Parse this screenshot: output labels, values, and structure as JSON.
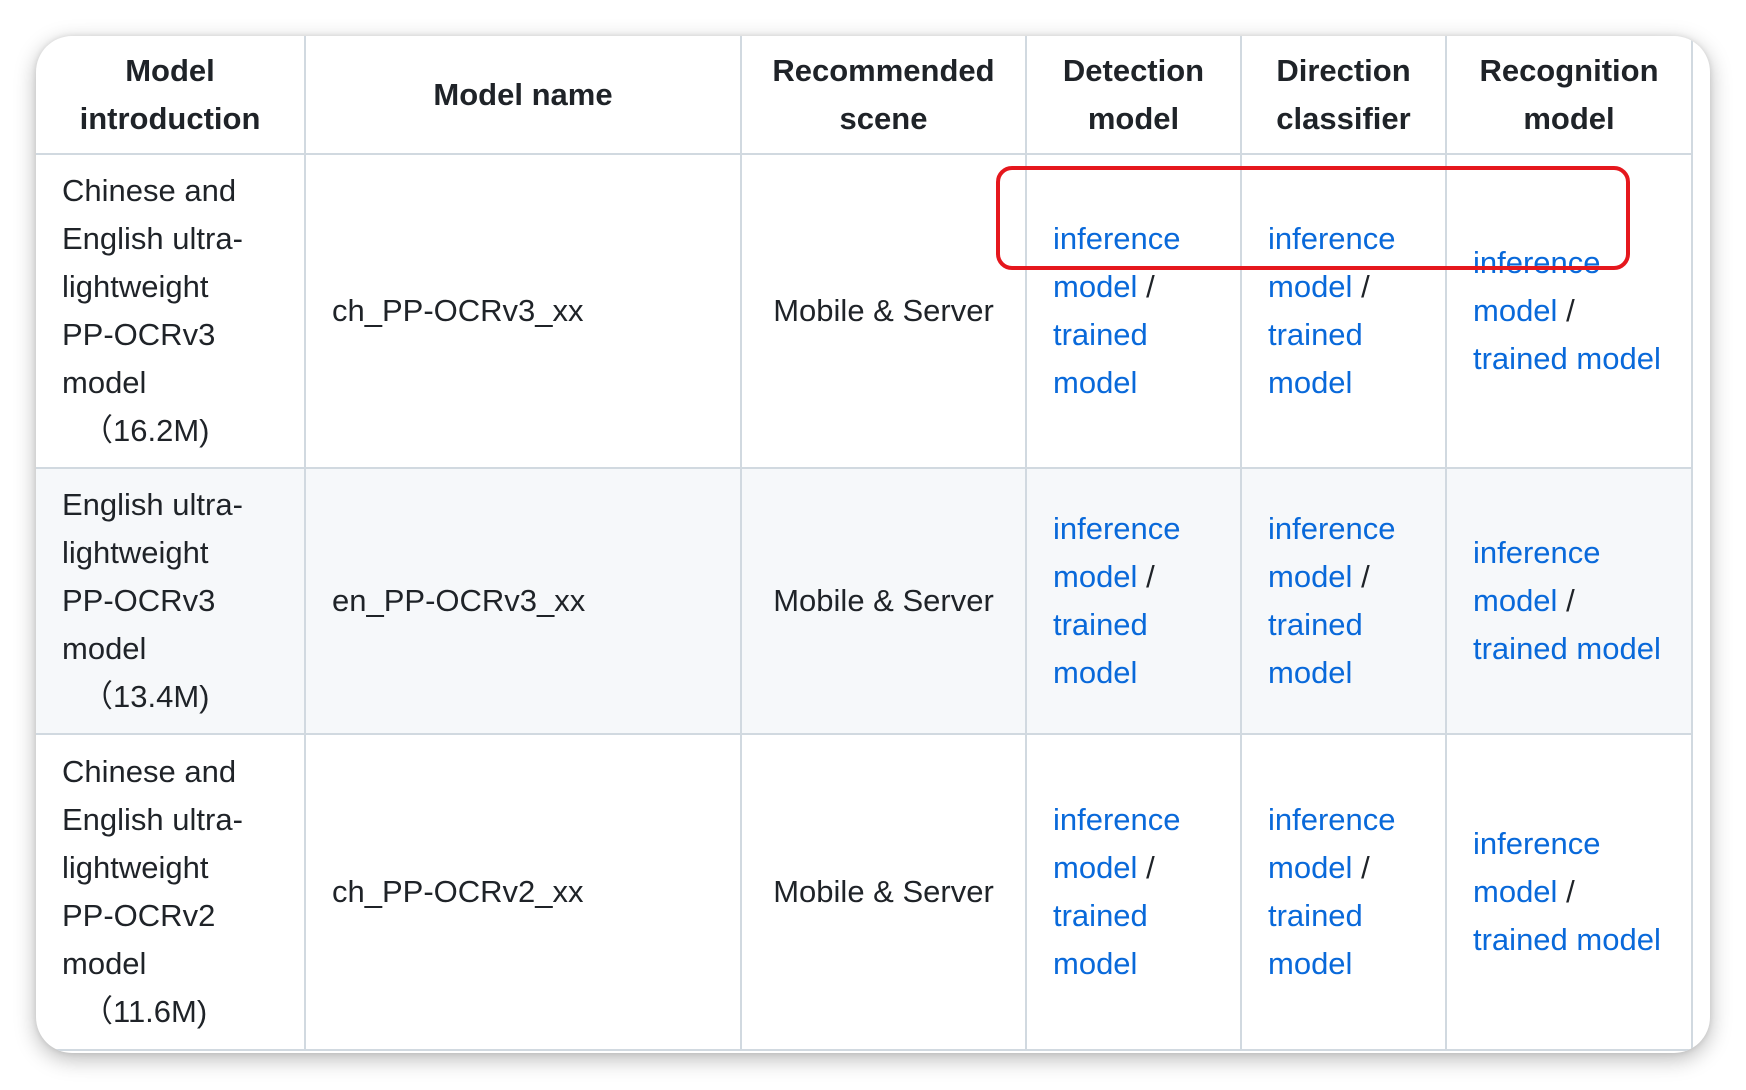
{
  "table": {
    "headers": [
      "Model introduction",
      "Model name",
      "Recommended scene",
      "Detection model",
      "Direction classifier",
      "Recognition model"
    ],
    "rows": [
      {
        "intro_lines": [
          "Chinese and",
          "English ultra-",
          "lightweight",
          "PP-OCRv3",
          "model"
        ],
        "size": "（16.2M)",
        "model_name": "ch_PP-OCRv3_xx",
        "scene": "Mobile & Server",
        "detection": {
          "inference": "inference model",
          "separator": "/",
          "trained": "trained model"
        },
        "classifier": {
          "inference": "inference model",
          "separator": "/",
          "trained": "trained model"
        },
        "recognition": {
          "inference": "inference model",
          "separator": "/",
          "trained": "trained model"
        }
      },
      {
        "intro_lines": [
          "English ultra-",
          "lightweight",
          "PP-OCRv3",
          "model"
        ],
        "size": "（13.4M)",
        "model_name": "en_PP-OCRv3_xx",
        "scene": "Mobile & Server",
        "detection": {
          "inference": "inference model",
          "separator": "/",
          "trained": "trained model"
        },
        "classifier": {
          "inference": "inference model",
          "separator": "/",
          "trained": "trained model"
        },
        "recognition": {
          "inference": "inference model",
          "separator": "/",
          "trained": "trained model"
        }
      },
      {
        "intro_lines": [
          "Chinese and",
          "English ultra-",
          "lightweight",
          "PP-OCRv2",
          "model"
        ],
        "size": "（11.6M)",
        "model_name": "ch_PP-OCRv2_xx",
        "scene": "Mobile & Server",
        "detection": {
          "inference": "inference model",
          "separator": "/",
          "trained": "trained model"
        },
        "classifier": {
          "inference": "inference model",
          "separator": "/",
          "trained": "trained model"
        },
        "recognition": {
          "inference": "inference model",
          "separator": "/",
          "trained": "trained model"
        }
      }
    ]
  },
  "colors": {
    "link": "#0969da",
    "border": "#d1d9e0",
    "alt_row": "#f6f8fa",
    "highlight": "#e5171d"
  }
}
